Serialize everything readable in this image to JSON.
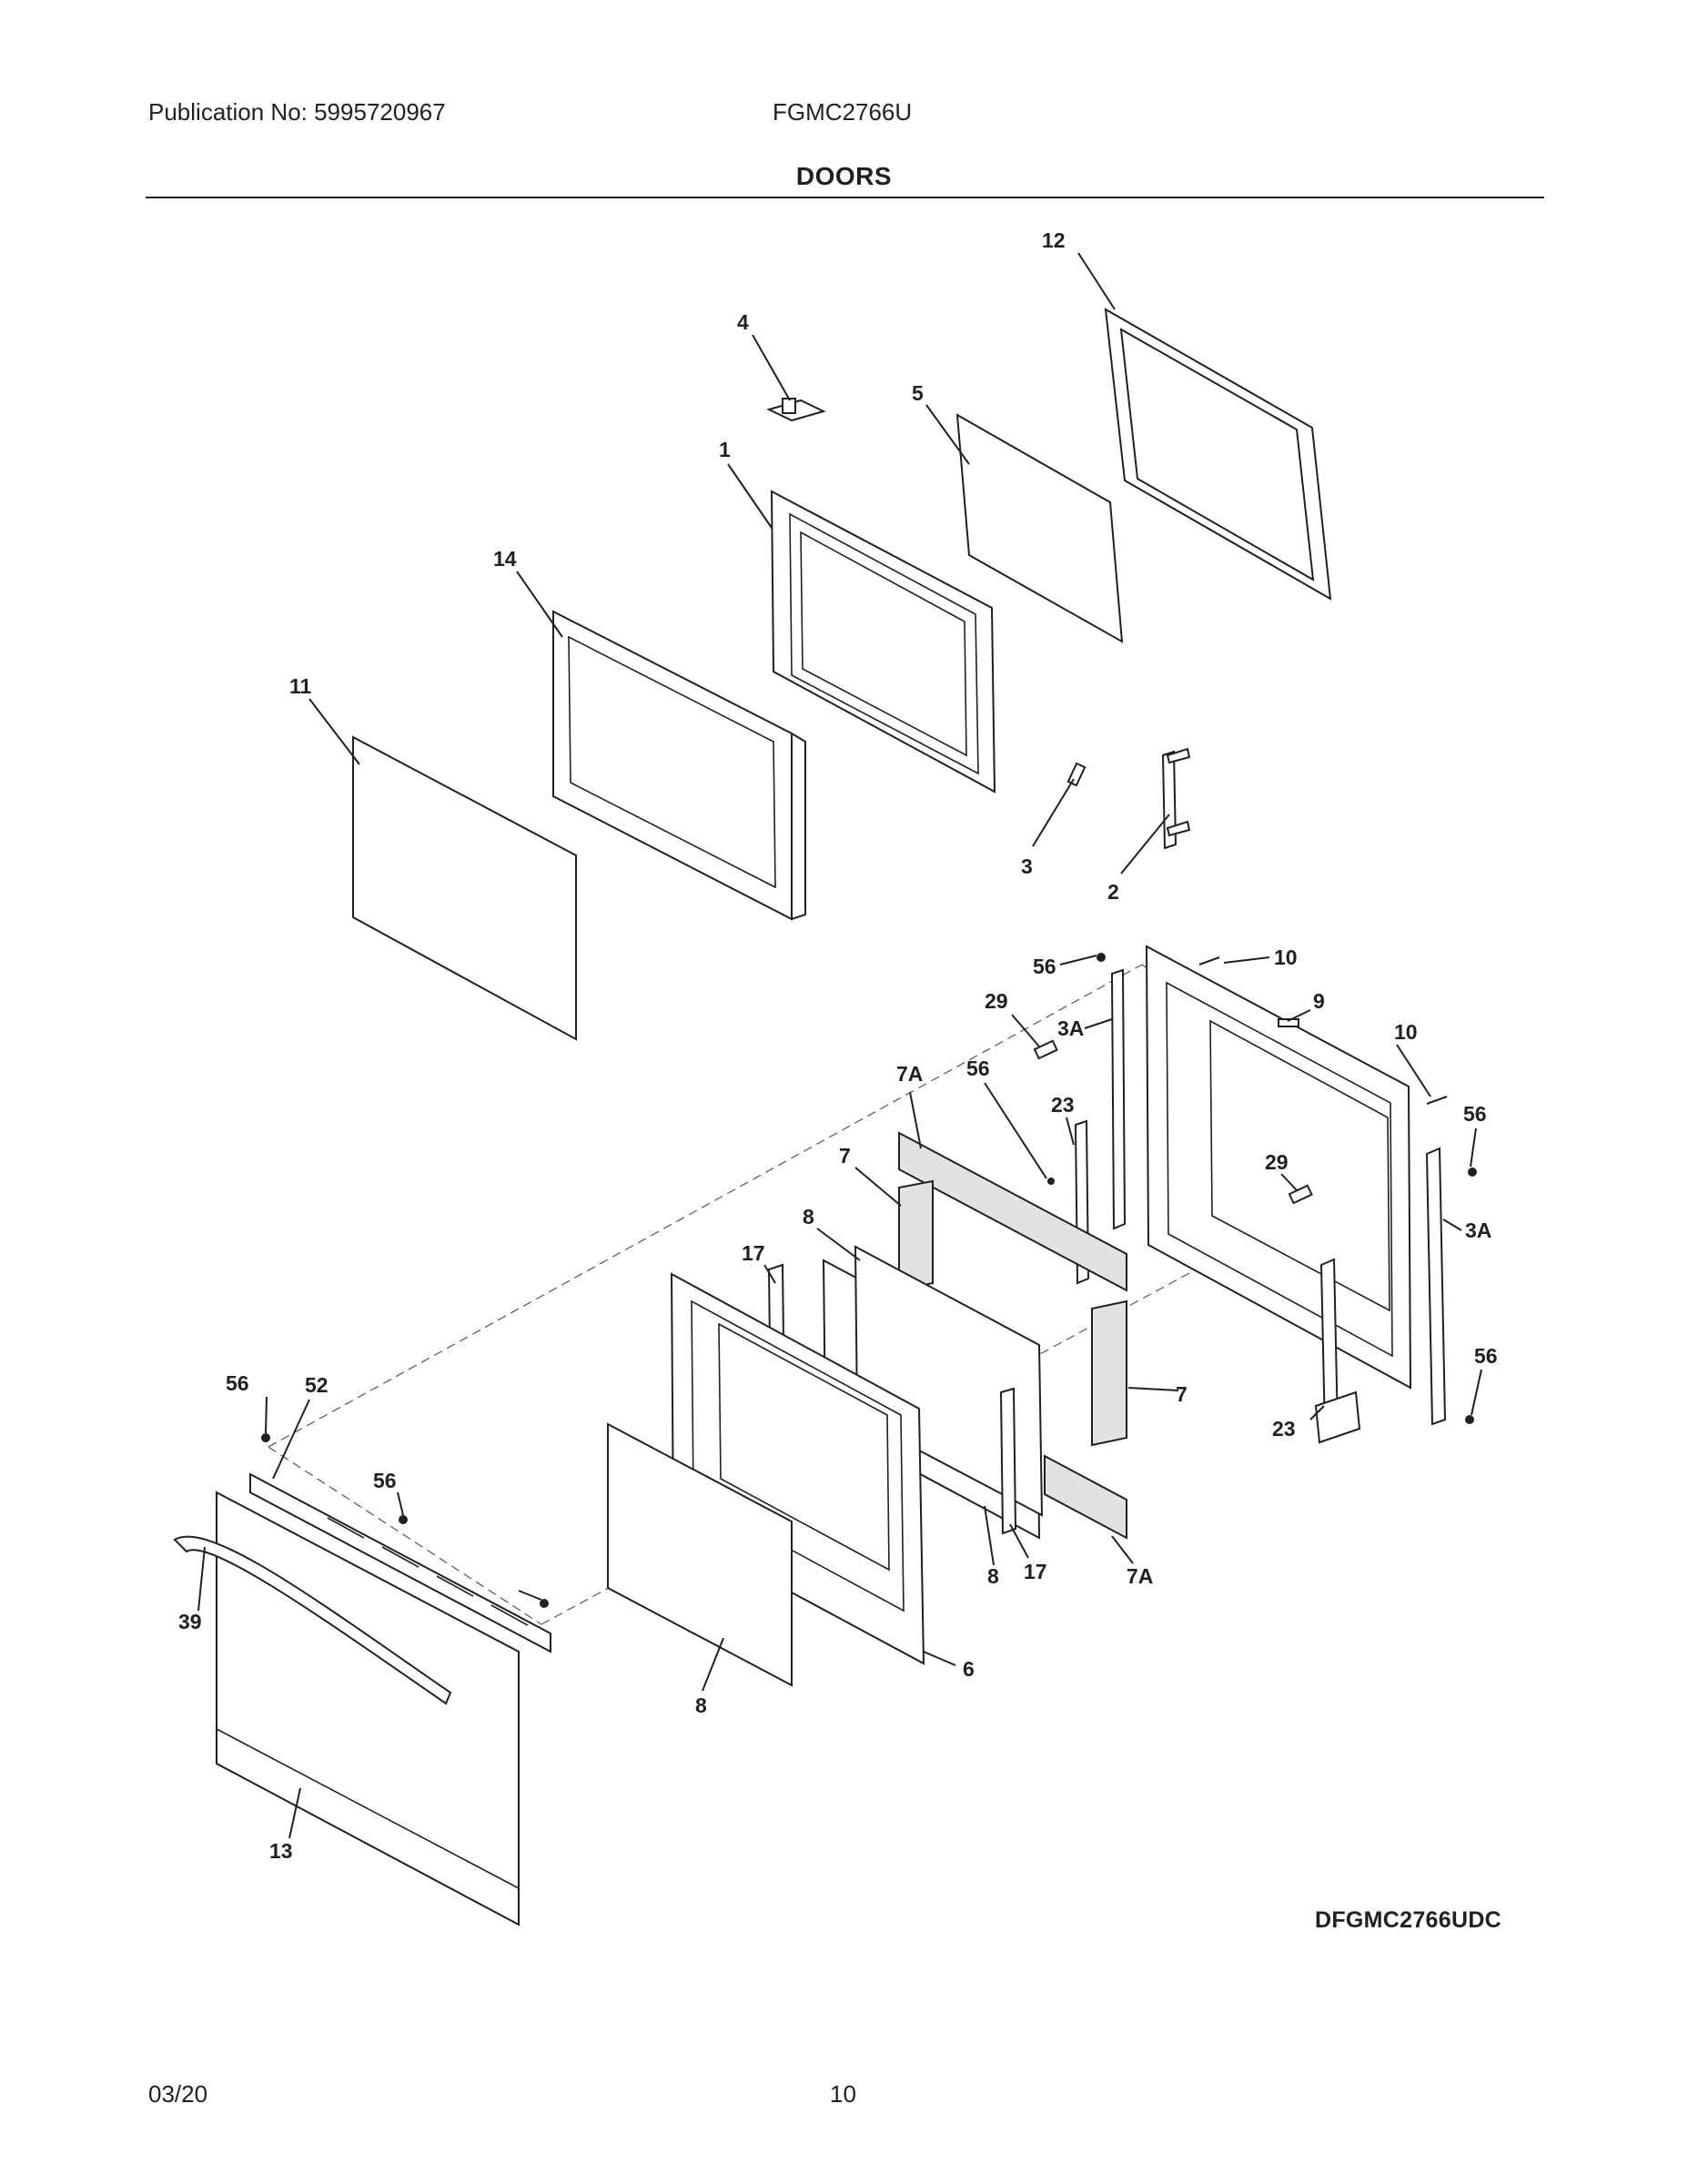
{
  "header": {
    "publication": "Publication No: 5995720967",
    "model": "FGMC2766U",
    "section_title": "DOORS"
  },
  "drawing_code": "DFGMC2766UDC",
  "footer": {
    "date": "03/20",
    "page": "10"
  },
  "callouts": [
    "12",
    "4",
    "5",
    "1",
    "14",
    "11",
    "3",
    "2",
    "10",
    "56",
    "29",
    "3A",
    "9",
    "7A",
    "56",
    "23",
    "10",
    "56",
    "7",
    "29",
    "3A",
    "8",
    "17",
    "56",
    "52",
    "7",
    "56",
    "23",
    "56",
    "8",
    "17",
    "7A",
    "39",
    "6",
    "8",
    "13"
  ]
}
